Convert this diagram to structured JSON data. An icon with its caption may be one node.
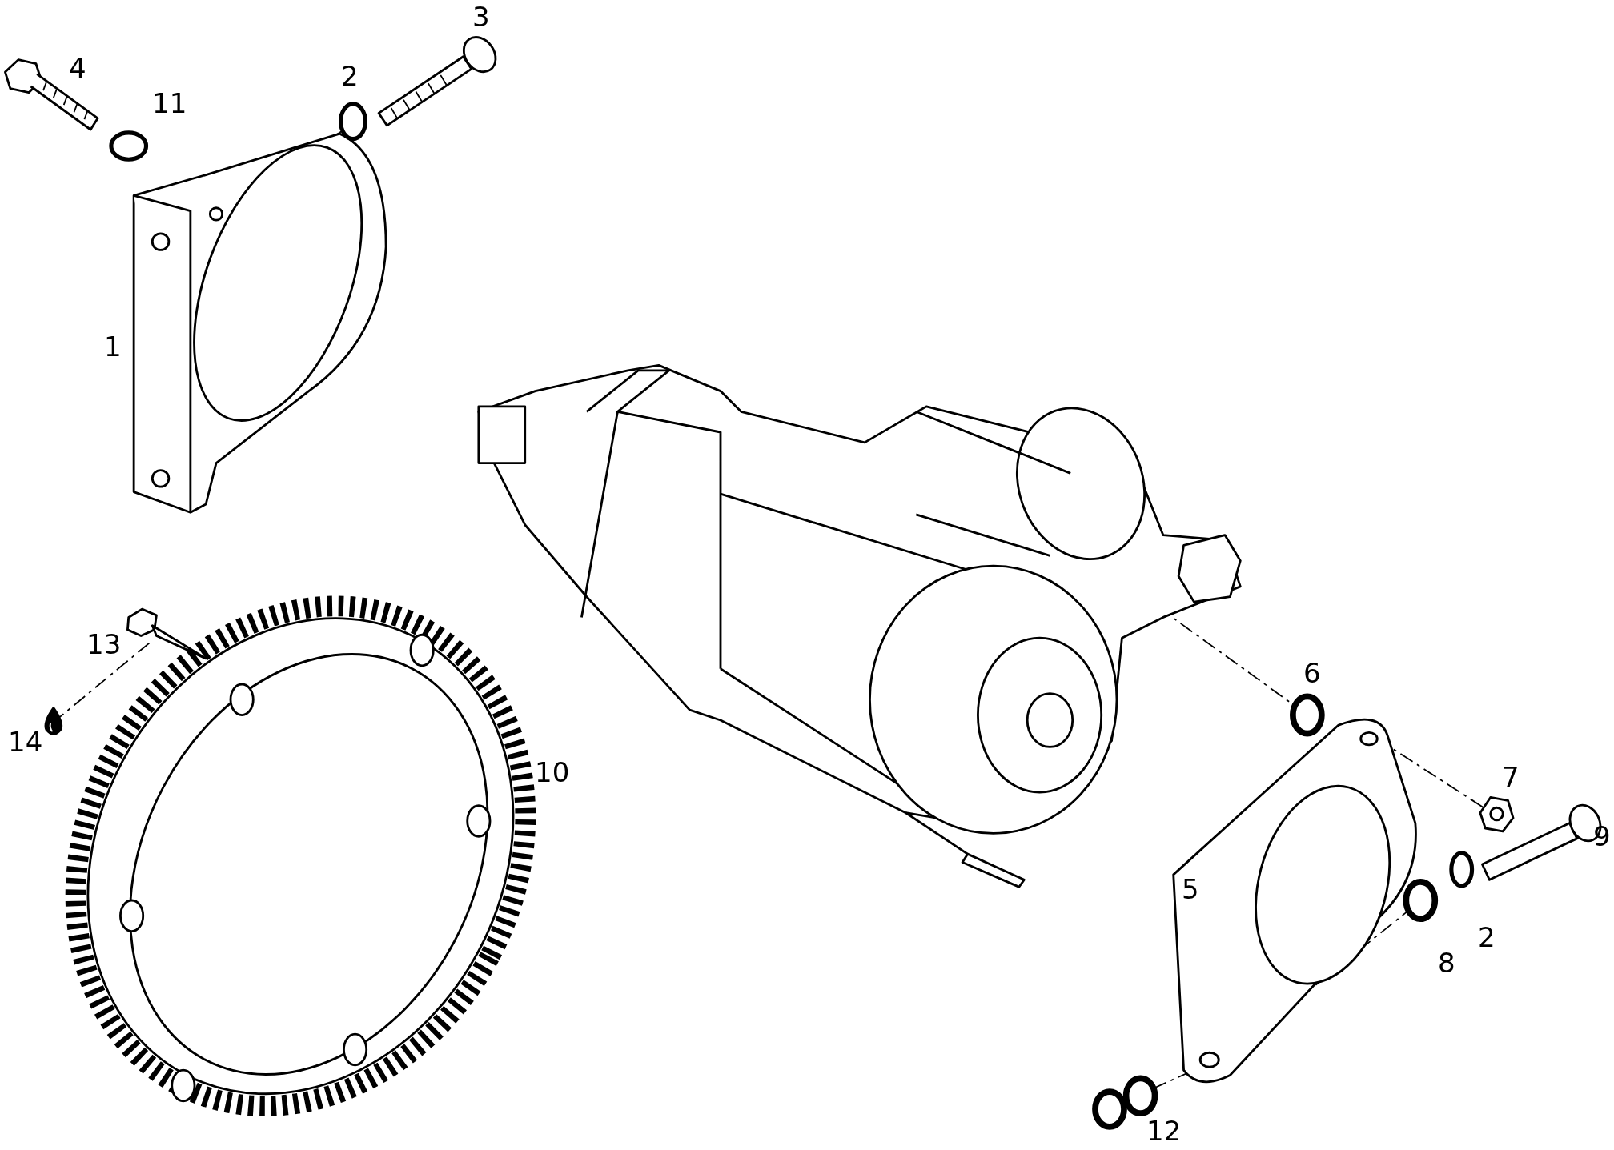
{
  "diagram": {
    "nodes": [
      {
        "text": [],
        "shape": "picture"
      },
      {
        "text": [],
        "shape": "circle"
      },
      {
        "text": [],
        "shape": "picture"
      },
      {
        "text": [],
        "shape": "circle"
      },
      {
        "text": [],
        "shape": "picture"
      },
      {
        "text": [],
        "shape": "picture"
      },
      {
        "text": [],
        "shape": "picture"
      },
      {
        "text": [],
        "shape": "picture"
      },
      {
        "text": [],
        "shape": "picture"
      },
      {
        "text": [],
        "shape": "circle"
      },
      {
        "text": [],
        "shape": "picture"
      },
      {
        "text": [],
        "shape": "picture"
      },
      {
        "text": [],
        "shape": "circle"
      },
      {
        "text": [],
        "shape": "picture"
      },
      {
        "text": [],
        "shape": "circle"
      },
      {
        "text": [],
        "shape": "circle"
      },
      {
        "text": [],
        "shape": "circle"
      }
    ],
    "edges": [
      {
        "from": 3,
        "to": 2,
        "arrow": "none",
        "style": "dashed"
      },
      {
        "from": 5,
        "to": 6,
        "arrow": "none",
        "style": "dashed"
      },
      {
        "from": 8,
        "to": 9,
        "arrow": "none",
        "style": "dashed"
      },
      {
        "from": 10,
        "to": 11,
        "arrow": "none",
        "style": "dashed"
      },
      {
        "from": 10,
        "to": 14,
        "arrow": "none",
        "style": "dashed"
      },
      {
        "from": 16,
        "to": 10,
        "arrow": "none",
        "style": "dashed"
      }
    ],
    "labels": [
      "3",
      "4",
      "2",
      "11",
      "1",
      "13",
      "6",
      "14",
      "10",
      "7",
      "9",
      "5",
      "2",
      "8",
      "12"
    ]
  }
}
